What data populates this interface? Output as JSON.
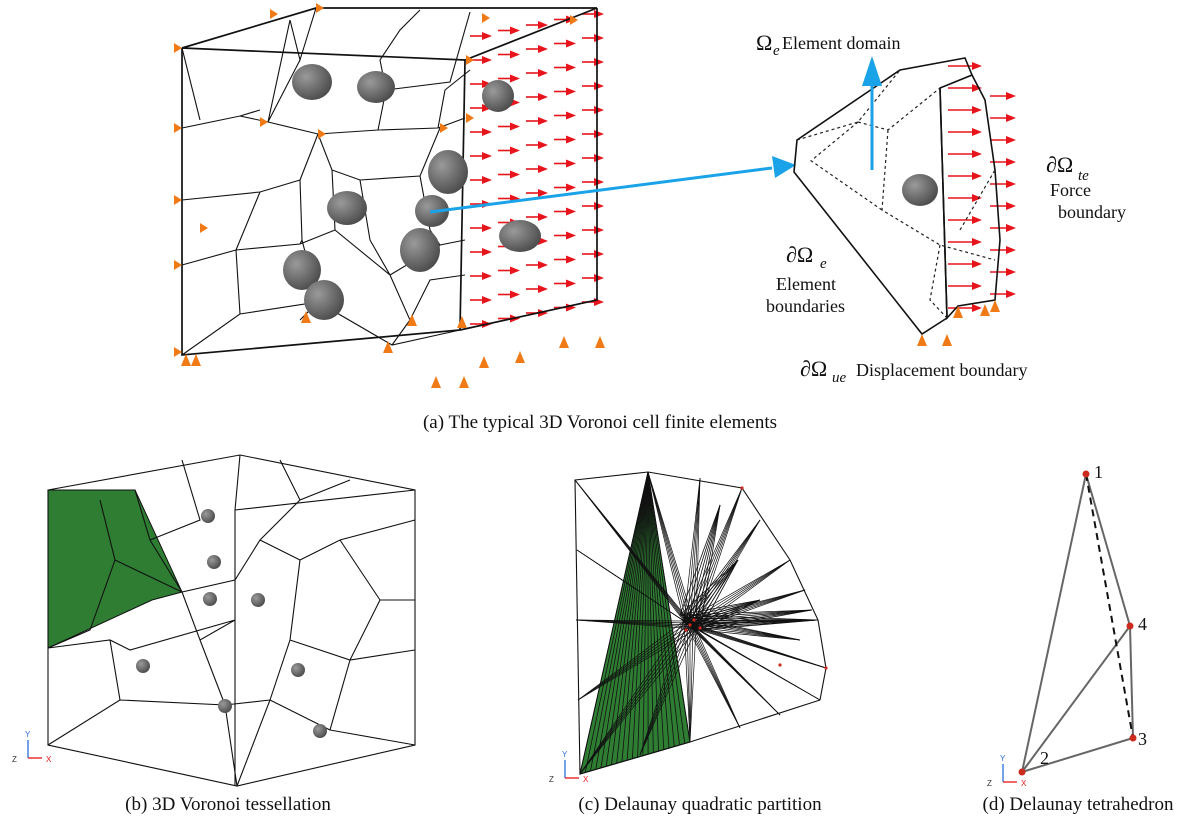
{
  "figure": {
    "panel_a": {
      "caption": "(a) The typical 3D Voronoi cell finite elements",
      "element_domain": {
        "symbol": "Ω",
        "subscript": "e",
        "text": "Element domain"
      },
      "force_boundary": {
        "symbol": "∂Ω",
        "subscript": "te",
        "line1": "Force",
        "line2": "boundary"
      },
      "element_boundaries": {
        "symbol": "∂Ω",
        "subscript": "e",
        "line1": "Element",
        "line2": "boundaries"
      },
      "displacement_boundary": {
        "symbol": "∂Ω",
        "subscript": "ue",
        "text": "Displacement boundary"
      }
    },
    "panel_b": {
      "caption": "(b) 3D Voronoi tessellation"
    },
    "panel_c": {
      "caption": "(c) Delaunay quadratic partition"
    },
    "panel_d": {
      "caption": "(d) Delaunay tetrahedron",
      "vertices": [
        "1",
        "2",
        "3",
        "4"
      ]
    },
    "axis_triad": {
      "y": "Y",
      "z": "Z",
      "x": "X"
    },
    "colors": {
      "force_arrow": "#e8141b",
      "support": "#f07a16",
      "transfer_arrow": "#1aa3e8",
      "highlight_cell": "#2e7d32",
      "inclusion": "#6d6d6d",
      "vertex": "#cc2a1f"
    }
  }
}
